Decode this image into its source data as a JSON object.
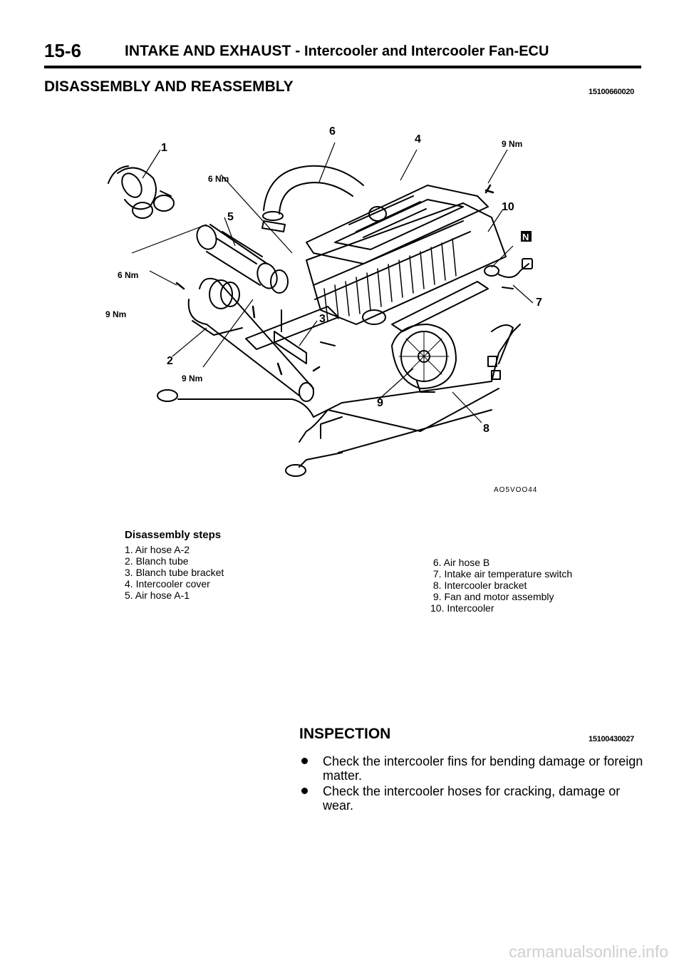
{
  "header": {
    "page_number": "15-6",
    "section": "INTAKE AND EXHAUST",
    "separator": "-",
    "subsection": "Intercooler and Intercooler Fan-ECU"
  },
  "main": {
    "title": "DISASSEMBLY AND REASSEMBLY",
    "code": "15100660020"
  },
  "diagram": {
    "callouts": {
      "c1": "1",
      "c2": "2",
      "c3": "3",
      "c4": "4",
      "c5": "5",
      "c6": "6",
      "c7": "7",
      "c8": "8",
      "c9": "9",
      "c10": "10",
      "n_symbol": "N"
    },
    "torques": {
      "t1": "6 Nm",
      "t2": "9 Nm",
      "t3": "6 Nm",
      "t4": "9 Nm",
      "t5": "9 Nm"
    },
    "figure_id": "AO5VOO44"
  },
  "steps": {
    "title": "Disassembly steps",
    "left": [
      "1. Air hose A-2",
      "2. Blanch tube",
      "3. Blanch tube bracket",
      "4. Intercooler cover",
      "5. Air hose A-1"
    ],
    "right": [
      " 6. Air hose B",
      " 7. Intake air temperature switch",
      " 8. Intercooler bracket",
      " 9. Fan and motor assembly",
      "10. Intercooler"
    ]
  },
  "inspection": {
    "title": "INSPECTION",
    "code": "15100430027",
    "bullets": [
      "Check the intercooler fins for bending damage or foreign matter.",
      "Check the intercooler hoses for cracking, damage or wear."
    ]
  },
  "watermark": "carmanualsonline.info"
}
